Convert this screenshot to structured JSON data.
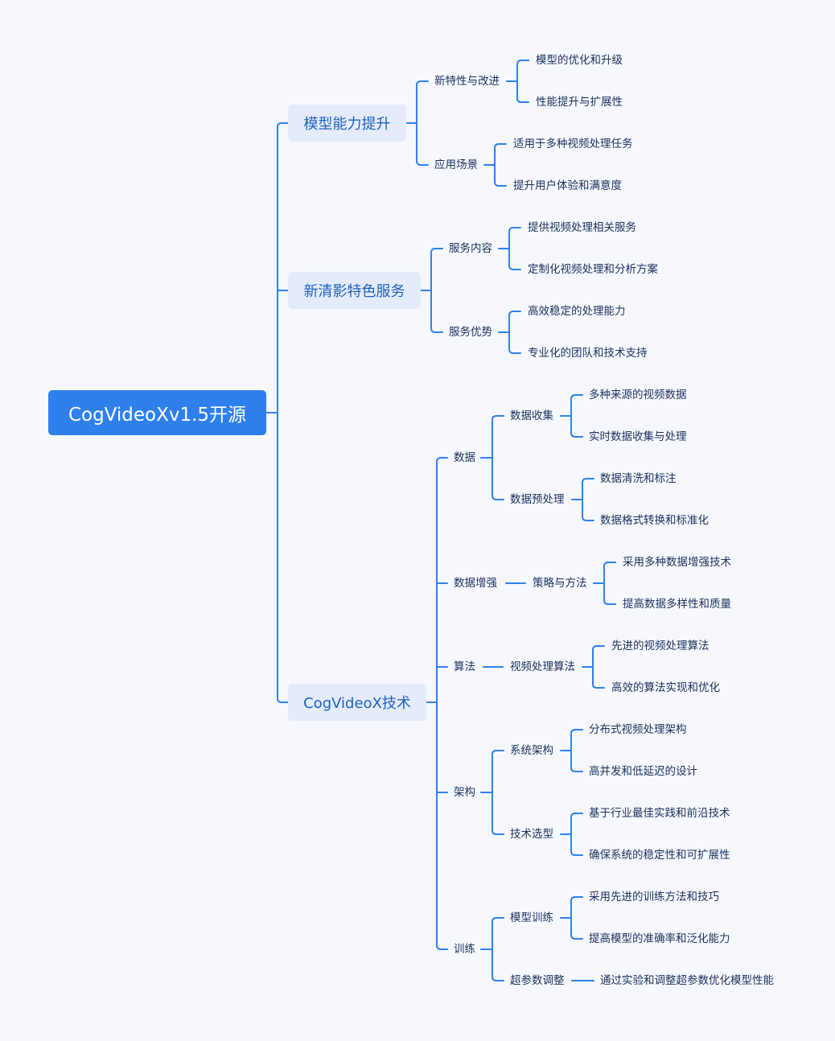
{
  "root": "CogVideoXv1.5开源",
  "branches": {
    "model": {
      "title": "模型能力提升",
      "new_features": {
        "title": "新特性与改进",
        "items": [
          "模型的优化和升级",
          "性能提升与扩展性"
        ]
      },
      "scenarios": {
        "title": "应用场景",
        "items": [
          "适用于多种视频处理任务",
          "提升用户体验和满意度"
        ]
      }
    },
    "service": {
      "title": "新清影特色服务",
      "content": {
        "title": "服务内容",
        "items": [
          "提供视频处理相关服务",
          "定制化视频处理和分析方案"
        ]
      },
      "advantage": {
        "title": "服务优势",
        "items": [
          "高效稳定的处理能力",
          "专业化的团队和技术支持"
        ]
      }
    },
    "tech": {
      "title": "CogVideoX技术",
      "data": {
        "title": "数据",
        "collect": {
          "title": "数据收集",
          "items": [
            "多种来源的视频数据",
            "实时数据收集与处理"
          ]
        },
        "preprocess": {
          "title": "数据预处理",
          "items": [
            "数据清洗和标注",
            "数据格式转换和标准化"
          ]
        }
      },
      "augment": {
        "title": "数据增强",
        "strategy": {
          "title": "策略与方法",
          "items": [
            "采用多种数据增强技术",
            "提高数据多样性和质量"
          ]
        }
      },
      "algorithm": {
        "title": "算法",
        "video": {
          "title": "视频处理算法",
          "items": [
            "先进的视频处理算法",
            "高效的算法实现和优化"
          ]
        }
      },
      "architecture": {
        "title": "架构",
        "system": {
          "title": "系统架构",
          "items": [
            "分布式视频处理架构",
            "高并发和低延迟的设计"
          ]
        },
        "selection": {
          "title": "技术选型",
          "items": [
            "基于行业最佳实践和前沿技术",
            "确保系统的稳定性和可扩展性"
          ]
        }
      },
      "training": {
        "title": "训练",
        "model_training": {
          "title": "模型训练",
          "items": [
            "采用先进的训练方法和技巧",
            "提高模型的准确率和泛化能力"
          ]
        },
        "hyperparam": {
          "title": "超参数调整",
          "items": [
            "通过实验和调整超参数优化模型性能"
          ]
        }
      }
    }
  },
  "colors": {
    "line": "#2f80ed",
    "root_bg": "#2f80ed",
    "l1_bg": "#e4ecfb",
    "l1_text": "#1f5fbf",
    "text": "#1a2f5a",
    "background": "#f6f8fe"
  }
}
